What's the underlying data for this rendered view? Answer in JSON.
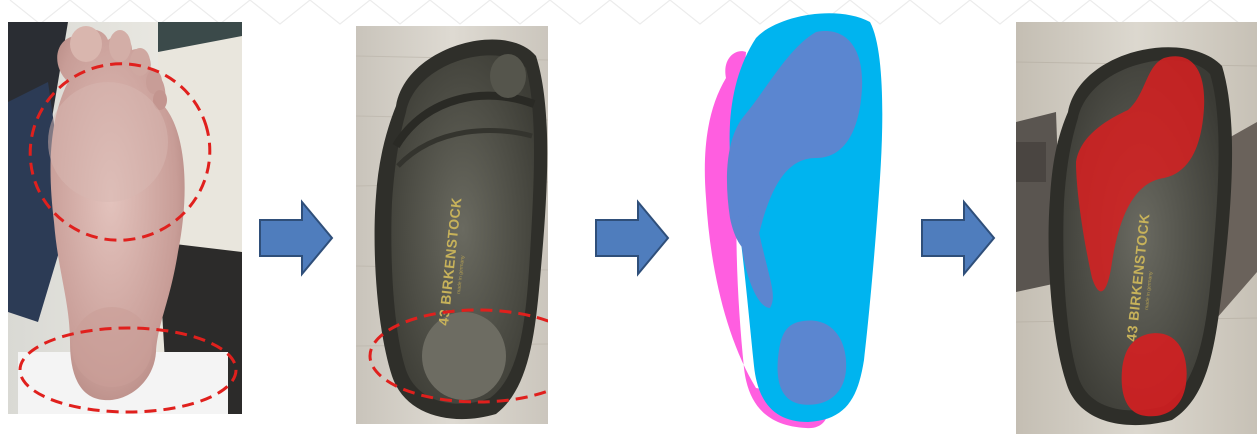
{
  "figure": {
    "steps": [
      {
        "id": "foot",
        "subject": "foot-sole-photo"
      },
      {
        "id": "insole",
        "subject": "worn-insole-photo"
      },
      {
        "id": "map",
        "subject": "wear-segmentation-map"
      },
      {
        "id": "result",
        "subject": "insole-with-highlighted-wear"
      }
    ],
    "insole_print": {
      "brand_text": "43 BIRKENSTOCK",
      "small_text": "made in germany"
    },
    "colors": {
      "arrow_fill": "#4f7dbd",
      "arrow_stroke": "#2f4f7a",
      "dashed_marker": "#e0201d",
      "map_outer": "#ff5ee0",
      "map_foot": "#00b4ef",
      "map_wear": "#5b86d0",
      "result_wear": "#d81e20"
    }
  }
}
